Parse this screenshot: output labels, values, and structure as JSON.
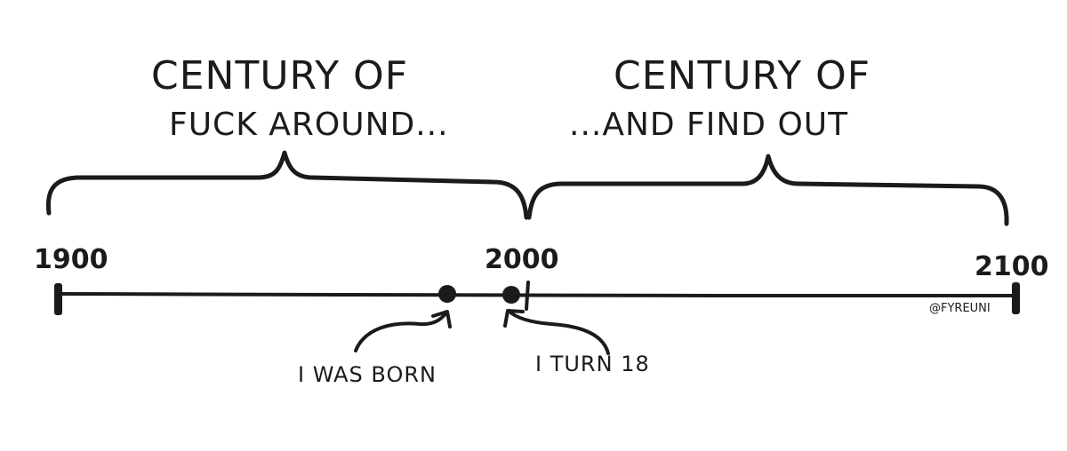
{
  "headings": {
    "left": {
      "line1": "CENTURY OF",
      "line2": "FUCK AROUND..."
    },
    "right": {
      "line1": "CENTURY OF",
      "line2": "...AND FIND OUT"
    }
  },
  "years": {
    "start": "1900",
    "middle": "2000",
    "end": "2100"
  },
  "events": {
    "born": "I WAS BORN",
    "turn18": "I TURN 18"
  },
  "credit": "@FYREUNI",
  "colors": {
    "ink": "#1b1b1b",
    "background": "#ffffff"
  }
}
